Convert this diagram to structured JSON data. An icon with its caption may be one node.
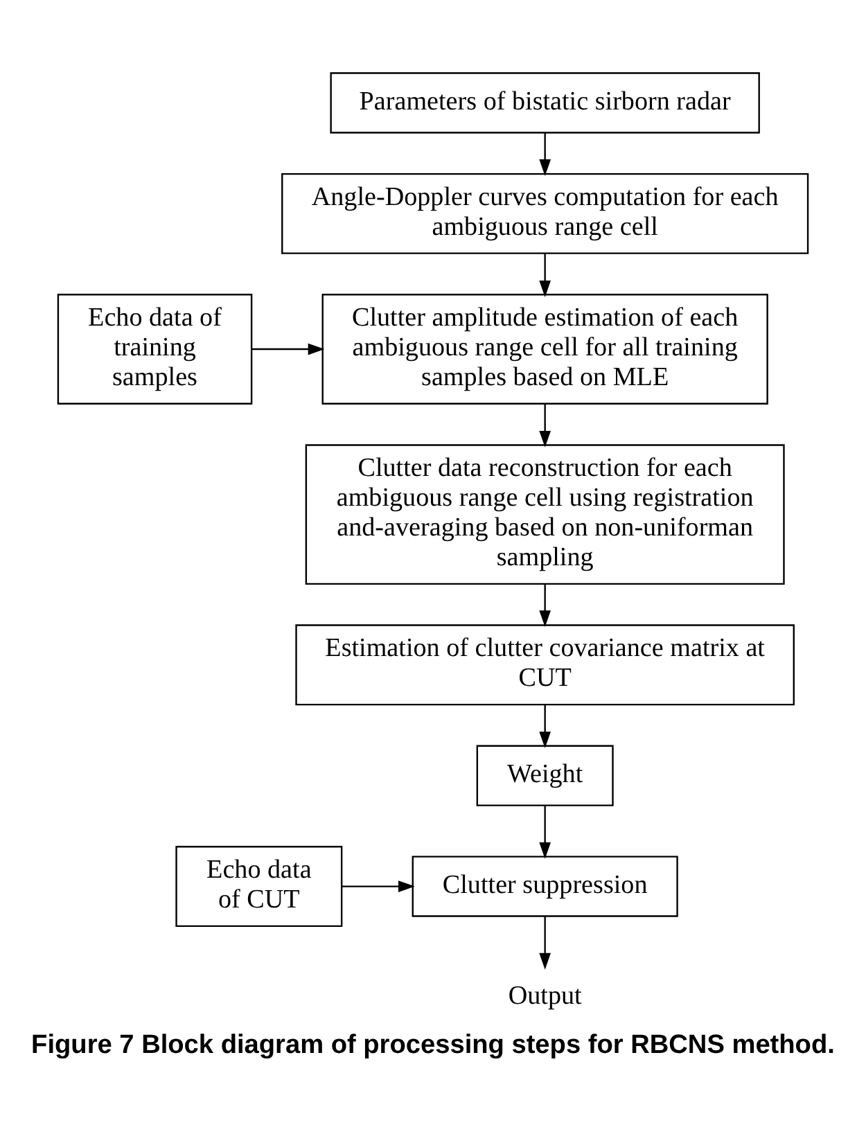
{
  "diagram": {
    "caption": "Figure 7 Block diagram of processing steps for RBCNS method.",
    "nodes": [
      {
        "text": [
          "Parameters of bistatic sirborn radar"
        ]
      },
      {
        "text": [
          "Angle-Doppler curves computation for each ambiguous range cell"
        ]
      },
      {
        "text": [
          "Echo data of training samples"
        ]
      },
      {
        "text": [
          "Clutter amplitude estimation of each ambiguous range cell for all training samples based on MLE"
        ]
      },
      {
        "text": [
          "Clutter data reconstruction for each ambiguous range cell using registration and-averaging based on non-uniforman sampling"
        ]
      },
      {
        "text": [
          "Estimation of clutter covariance matrix at CUT"
        ]
      },
      {
        "text": [
          "Weight"
        ]
      },
      {
        "text": [
          "Echo data of CUT"
        ]
      },
      {
        "text": [
          "Clutter suppression"
        ]
      },
      {
        "text": [
          "Output"
        ]
      }
    ],
    "edges": [
      {
        "from": 0,
        "to": 1,
        "arrow": "to"
      },
      {
        "from": 1,
        "to": 3,
        "arrow": "to"
      },
      {
        "from": 2,
        "to": 3,
        "arrow": "to"
      },
      {
        "from": 3,
        "to": 4,
        "arrow": "to"
      },
      {
        "from": 4,
        "to": 5,
        "arrow": "to"
      },
      {
        "from": 5,
        "to": 6,
        "arrow": "to"
      },
      {
        "from": 6,
        "to": 8,
        "arrow": "to"
      },
      {
        "from": 7,
        "to": 8,
        "arrow": "to"
      },
      {
        "from": 8,
        "to": 9,
        "arrow": "to"
      }
    ]
  }
}
